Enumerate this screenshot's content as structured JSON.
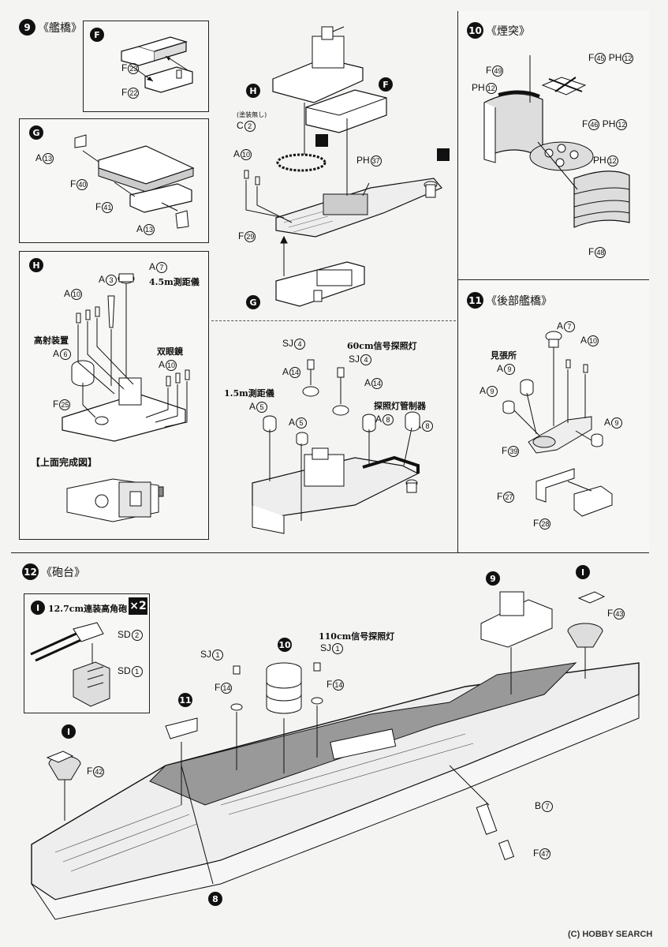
{
  "steps": {
    "s9": {
      "num": "9",
      "title": "《艦橋》"
    },
    "s10": {
      "num": "10",
      "title": "《煙突》"
    },
    "s11": {
      "num": "11",
      "title": "《後部艦橋》"
    },
    "s12": {
      "num": "12",
      "title": "《砲台》"
    }
  },
  "bubbles": {
    "F": "F",
    "G": "G",
    "H": "H",
    "I": "I",
    "b8": "8",
    "b9": "9",
    "b10": "10",
    "b11": "11"
  },
  "parts": {
    "F23": "F",
    "F23n": "23",
    "F22": "F",
    "F22n": "22",
    "A13a": "A",
    "A13an": "13",
    "F40": "F",
    "F40n": "40",
    "F41": "F",
    "F41n": "41",
    "A13b": "A",
    "A13bn": "13",
    "C2": "C",
    "C2n": "2",
    "A10top": "A",
    "A10topn": "10",
    "F29": "F",
    "F29n": "29",
    "PH37": "PH",
    "PH37n": "37",
    "A7": "A",
    "A7n": "7",
    "A3": "A",
    "A3n": "3",
    "A10h": "A",
    "A10hn": "10",
    "A6": "A",
    "A6n": "6",
    "A10h2": "A",
    "A10h2n": "10",
    "F25": "F",
    "F25n": "25",
    "SJ4a": "SJ",
    "SJ4an": "4",
    "SJ4b": "SJ",
    "SJ4bn": "4",
    "A14a": "A",
    "A14an": "14",
    "A14b": "A",
    "A14bn": "14",
    "A5a": "A",
    "A5an": "5",
    "A5b": "A",
    "A5bn": "5",
    "A8a": "A",
    "A8an": "8",
    "A8b": "A",
    "A8bn": "8",
    "F49": "F",
    "F49n": "49",
    "PH12a": "PH",
    "PH12an": "12",
    "F45": "F",
    "F45n": "45",
    "PH12b": "PH",
    "PH12bn": "12",
    "F46": "F",
    "F46n": "46",
    "PH12c": "PH",
    "PH12cn": "12",
    "PH12d": "PH",
    "PH12dn": "12",
    "F48": "F",
    "F48n": "48",
    "A7r": "A",
    "A7rn": "7",
    "A10r": "A",
    "A10rn": "10",
    "A9a": "A",
    "A9an": "9",
    "A9b": "A",
    "A9bn": "9",
    "A9c": "A",
    "A9cn": "9",
    "F39": "F",
    "F39n": "39",
    "F27": "F",
    "F27n": "27",
    "F28": "F",
    "F28n": "28",
    "SD2": "SD",
    "SD2n": "2",
    "SD1": "SD",
    "SD1n": "1",
    "SJ1a": "SJ",
    "SJ1an": "1",
    "SJ1b": "SJ",
    "SJ1bn": "1",
    "F14a": "F",
    "F14an": "14",
    "F14b": "F",
    "F14bn": "14",
    "F42": "F",
    "F42n": "42",
    "F43": "F",
    "F43n": "43",
    "B7": "B",
    "B7n": "7",
    "F47": "F",
    "F47n": "47"
  },
  "notes": {
    "no_paint": "(塗装無し)",
    "rangefinder45": "4.5m測距儀",
    "high_angle": "高射装置",
    "binoculars": "双眼鏡",
    "top_view": "【上面完成図】",
    "signal60": "60cm信号探照灯",
    "rangefinder15": "1.5m測距儀",
    "searchlight_ctrl": "探照灯管制器",
    "lookout": "見張所",
    "gun127": "12.7cm連装高角砲",
    "times2": "×2",
    "signal110": "110cm信号探照灯"
  },
  "watermark": "(C) HOBBY SEARCH"
}
